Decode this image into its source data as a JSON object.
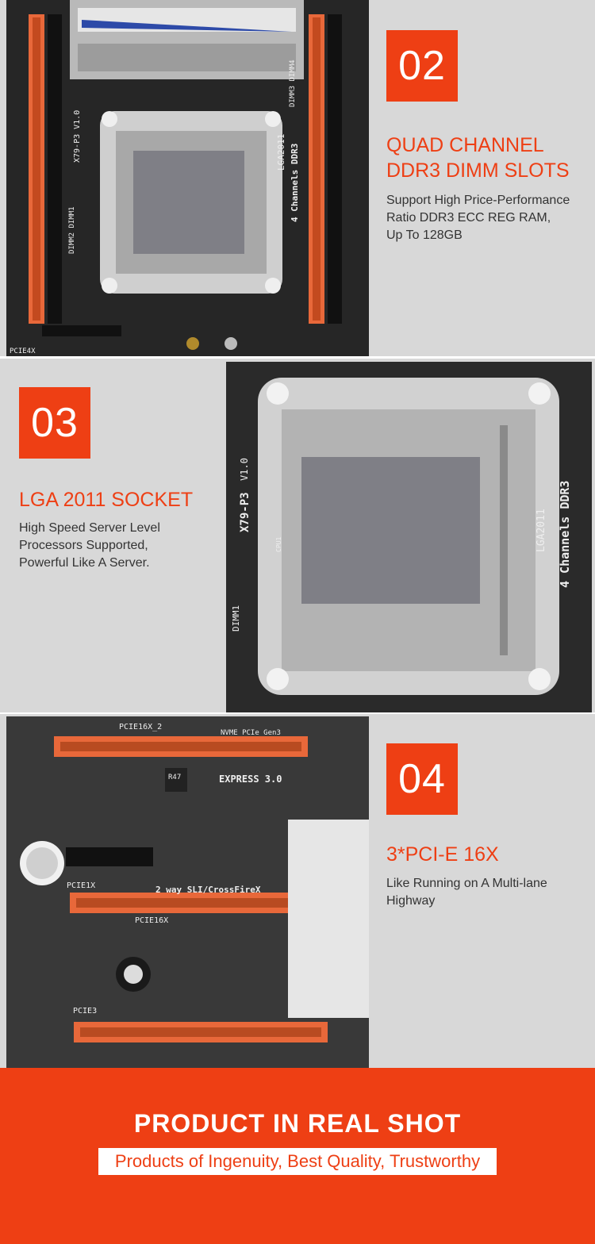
{
  "sections": [
    {
      "number": "02",
      "title_line1": "QUAD CHANNEL",
      "title_line2": "DDR3 DIMM SLOTS",
      "desc_line1": "Support High Price-Performance",
      "desc_line2": "Ratio DDR3 ECC REG RAM,",
      "desc_line3": "Up To 128GB",
      "board_text": {
        "model": "X79-P3 V1.0",
        "socket": "LGA2011",
        "channels": "4 Channels DDR3",
        "dimm_left": "DIMM2 DIMM1",
        "dimm_right": "DIMM3 DIMM4",
        "slot_label": "PCIE4X"
      }
    },
    {
      "number": "03",
      "title_line1": "LGA 2011 SOCKET",
      "desc_line1": "High Speed Server Level",
      "desc_line2": "Processors Supported,",
      "desc_line3": "Powerful Like A Server.",
      "board_text": {
        "model": "X79-P3",
        "version": "V1.0",
        "socket": "LGA2011",
        "channels": "4 Channels DDR3",
        "dimm": "DIMM1",
        "cpu": "CPU1"
      }
    },
    {
      "number": "04",
      "title_line1": "3*PCI-E 16X",
      "desc_line1": "Like Running on A Multi-lane",
      "desc_line2": "Highway",
      "board_text": {
        "slot1": "PCIE16X_2",
        "nvme": "NVME PCIe Gen3",
        "express": "EXPRESS 3.0",
        "pcie1x": "PCIE1X",
        "sli": "2 way SLI/CrossFireX",
        "pcie16x": "PCIE16X",
        "pcie3": "PCIE3",
        "r47": "R47"
      }
    }
  ],
  "footer": {
    "title": "PRODUCT IN REAL SHOT",
    "subtitle": "Products of Ingenuity, Best Quality, Trustworthy"
  },
  "colors": {
    "accent": "#ee3f14",
    "band": "#d8d8d8",
    "pcb": "#2b2b2b",
    "slot_orange": "#e8683a"
  }
}
